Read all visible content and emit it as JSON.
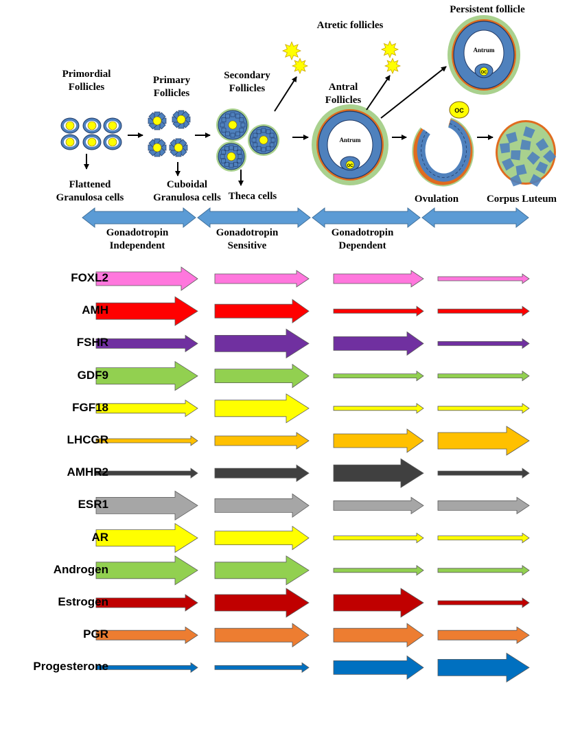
{
  "stages": [
    {
      "id": "primordial",
      "label": "Primordial\nFollicles",
      "cell_label": "Flattened\nGranulosa cells"
    },
    {
      "id": "primary",
      "label": "Primary\nFollicles",
      "cell_label": "Cuboidal\nGranulosa cells"
    },
    {
      "id": "secondary",
      "label": "Secondary\nFollicles",
      "cell_label": "Theca cells"
    },
    {
      "id": "antral",
      "label": "Antral\nFollicles",
      "cell_label": ""
    },
    {
      "id": "ovulation",
      "label": "",
      "cell_label": "Ovulation"
    },
    {
      "id": "corpus-luteum",
      "label": "",
      "cell_label": "Corpus Luteum"
    }
  ],
  "atretic_label": "Atretic  follicles",
  "persistent_label": "Persistent follicle",
  "antrum_label": "Antrum",
  "oocyte_label": "OC",
  "phases": [
    {
      "label": "Gonadotropin\nIndependent"
    },
    {
      "label": "Gonadotropin\nSensitive"
    },
    {
      "label": "Gonadotropin\nDependent"
    },
    {
      "label": ""
    }
  ],
  "colors": {
    "granulosa": "#4f81bd",
    "granulosa_outline": "#1f3864",
    "oocyte": "#ffff00",
    "theca": "#a9d18e",
    "basal": "#e06c1f",
    "phase_arrow": "#5b9bd5"
  },
  "factors": [
    {
      "name": "FOXL2",
      "color": "#ff77dd",
      "levels": [
        3,
        2,
        2,
        1
      ]
    },
    {
      "name": "AMH",
      "color": "#ff0000",
      "levels": [
        4,
        3,
        1,
        1
      ]
    },
    {
      "name": "FSHR",
      "color": "#7030a0",
      "levels": [
        2,
        4,
        3,
        1
      ]
    },
    {
      "name": "GDF9",
      "color": "#92d050",
      "levels": [
        4,
        3,
        1,
        1
      ]
    },
    {
      "name": "FGF18",
      "color": "#ffff00",
      "levels": [
        2,
        4,
        1,
        1
      ]
    },
    {
      "name": "LHCGR",
      "color": "#ffc000",
      "levels": [
        1,
        2,
        3,
        4
      ]
    },
    {
      "name": "AMHR2",
      "color": "#404040",
      "levels": [
        1,
        2,
        4,
        1
      ]
    },
    {
      "name": "ESR1",
      "color": "#a6a6a6",
      "levels": [
        4,
        3,
        2,
        2
      ]
    },
    {
      "name": "AR",
      "color": "#ffff00",
      "levels": [
        4,
        3,
        1,
        1
      ]
    },
    {
      "name": "Androgen",
      "color": "#92d050",
      "levels": [
        4,
        4,
        1,
        1
      ]
    },
    {
      "name": "Estrogen",
      "color": "#c00000",
      "levels": [
        2,
        4,
        4,
        1
      ]
    },
    {
      "name": "PGR",
      "color": "#ed7d31",
      "levels": [
        2,
        3,
        3,
        2
      ]
    },
    {
      "name": "Progesterone",
      "color": "#0070c0",
      "levels": [
        1,
        1,
        3,
        4
      ]
    }
  ]
}
